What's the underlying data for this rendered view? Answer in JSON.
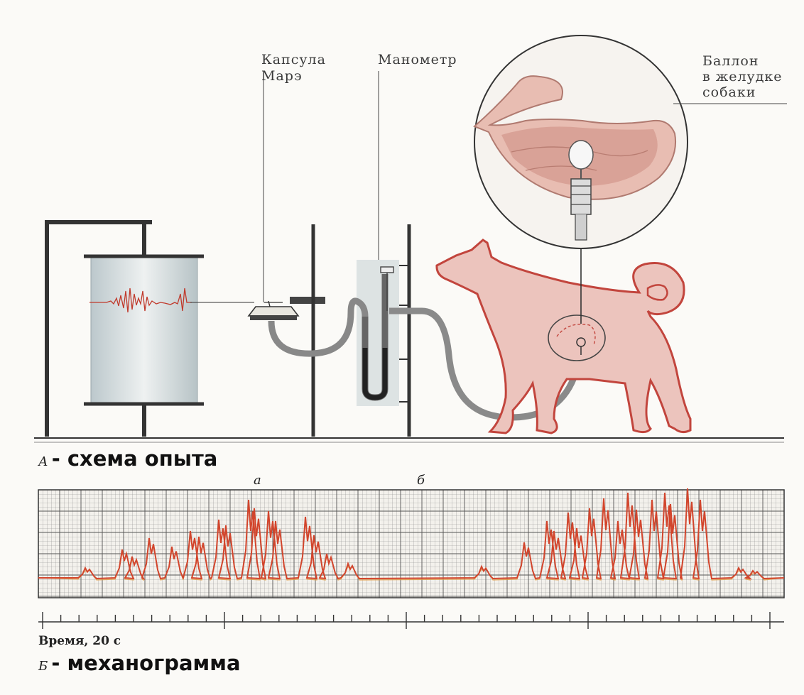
{
  "labels": {
    "capsule": [
      "Капсула",
      "Марэ"
    ],
    "manometer": "Манометр",
    "balloon": [
      "Баллон",
      "в желудке",
      "собаки"
    ]
  },
  "panel_a": {
    "letter": "А",
    "caption": " - схема опыта"
  },
  "panel_b": {
    "letter": "Б",
    "caption": " - механограмма",
    "marker_a": "а",
    "marker_b": "б",
    "time_label": "Время, 20 с"
  },
  "colors": {
    "trace": "#d2452c",
    "grid": "#7a7a7a",
    "dog_fill": "#ecc4bd",
    "dog_outline": "#c2453d",
    "drum": "#d6dde0"
  }
}
